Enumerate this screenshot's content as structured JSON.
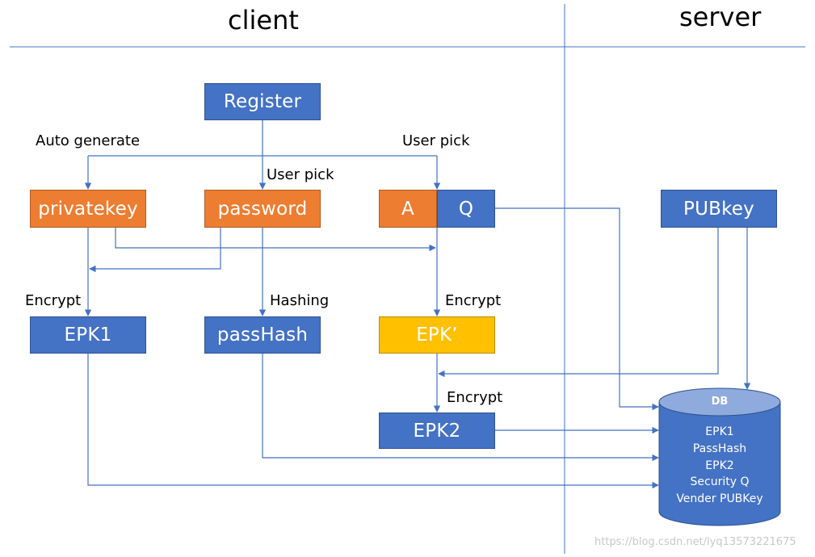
{
  "headers": {
    "client": "client",
    "server": "server"
  },
  "boxes": {
    "register": "Register",
    "privatekey": "privatekey",
    "password": "password",
    "a": "A",
    "q": "Q",
    "pubkey": "PUBkey",
    "epk1": "EPK1",
    "passhash": "passHash",
    "epk_prime": "EPK’",
    "epk2": "EPK2"
  },
  "labels": {
    "auto_generate": "Auto generate",
    "user_pick_top": "User pick",
    "user_pick_mid": "User pick",
    "encrypt_left": "Encrypt",
    "hashing": "Hashing",
    "encrypt_right": "Encrypt",
    "encrypt_lower": "Encrypt"
  },
  "db": {
    "title": "DB",
    "entries": [
      "EPK1",
      "PassHash",
      "EPK2",
      "Security Q",
      "Vender PUBKey"
    ]
  },
  "watermark": "https://blog.csdn.net/lyq13573221675",
  "colors": {
    "blue": "#4472c4",
    "orange": "#ed7d31",
    "yellow": "#ffc000",
    "line": "#4472c4",
    "db_top": "#8faadc"
  }
}
